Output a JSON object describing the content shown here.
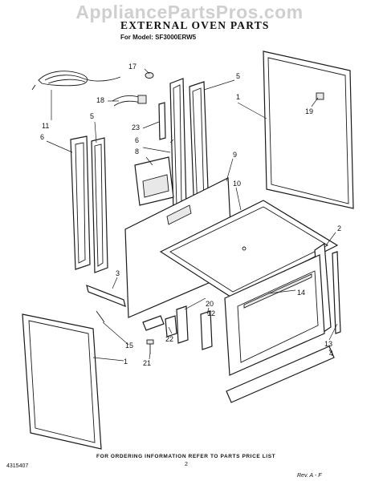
{
  "watermark": "AppliancePartsPros.com",
  "title": "EXTERNAL OVEN PARTS",
  "model_line": "For Model: SF3000ERW5",
  "footer_note": "FOR ORDERING INFORMATION REFER TO PARTS PRICE LIST",
  "doc_number": "4315407",
  "page_number": "2",
  "revision": "Rev. A - F",
  "callouts": {
    "c1a": "1",
    "c1b": "1",
    "c2": "2",
    "c3": "3",
    "c4": "4",
    "c5a": "5",
    "c5b": "5",
    "c6a": "6",
    "c6b": "6",
    "c8": "8",
    "c9": "9",
    "c10": "10",
    "c11": "11",
    "c12": "12",
    "c13": "13",
    "c14": "14",
    "c15": "15",
    "c17": "17",
    "c18": "18",
    "c19": "19",
    "c20": "20",
    "c21": "21",
    "c22": "22",
    "c23": "23"
  }
}
